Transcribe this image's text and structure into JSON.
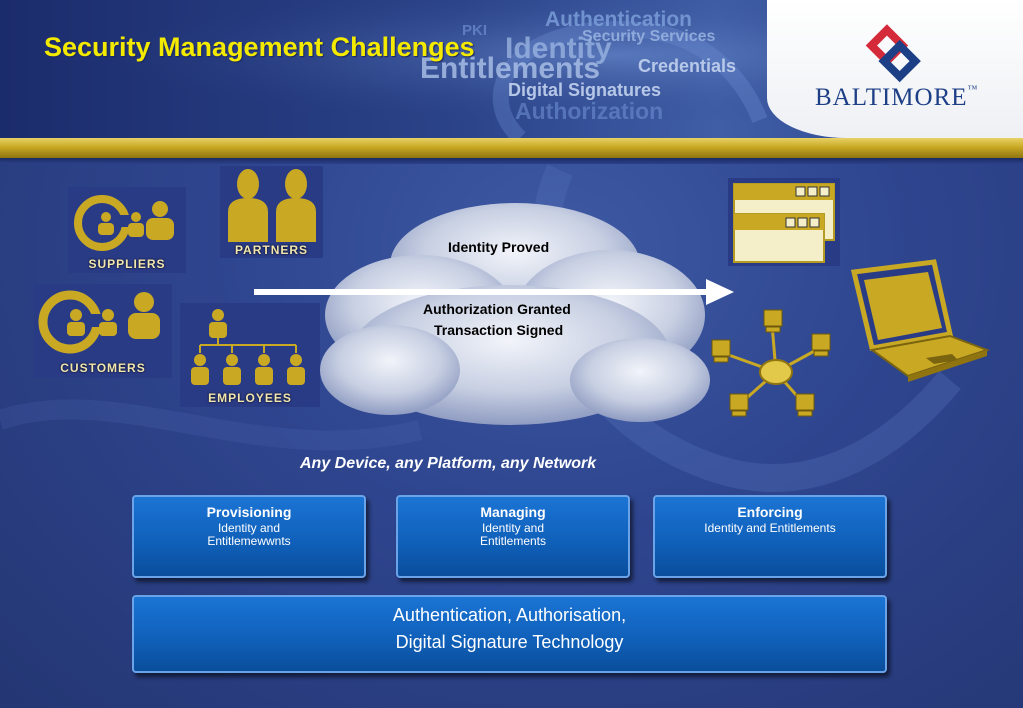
{
  "slide": {
    "title": "Security Management Challenges",
    "background_words": [
      "Authentication",
      "PKI",
      "Identity",
      "Security Services",
      "Entitlements",
      "Credentials",
      "Digital Signatures",
      "Authorization"
    ],
    "logo": {
      "name": "BALTIMORE",
      "trademark": "™"
    },
    "colors": {
      "title": "#f4ea00",
      "gold": "#c9a924",
      "box_blue": "#0f5fb8",
      "logo_red": "#d42a3a",
      "logo_navy": "#1d3f86"
    }
  },
  "groups": {
    "suppliers": "SUPPLIERS",
    "partners": "PARTNERS",
    "customers": "CUSTOMERS",
    "employees": "EMPLOYEES"
  },
  "cloud": {
    "identity": "Identity Proved",
    "authorization": "Authorization Granted",
    "transaction": "Transaction Signed"
  },
  "subtitle": "Any Device, any Platform, any Network",
  "boxes": [
    {
      "title": "Provisioning",
      "line1": "Identity and",
      "line2": "Entitlemewwnts"
    },
    {
      "title": "Managing",
      "line1": "Identity and",
      "line2": "Entitlements"
    },
    {
      "title": "Enforcing",
      "line1": "Identity and Entitlements",
      "line2": ""
    }
  ],
  "foundation": {
    "line1": "Authentication, Authorisation,",
    "line2": "Digital Signature Technology"
  },
  "icons": [
    "people-icon",
    "org-chart-icon",
    "window-icon",
    "laptop-icon",
    "network-icon",
    "arrow-icon",
    "cloud-icon",
    "baltimore-logo-icon"
  ]
}
